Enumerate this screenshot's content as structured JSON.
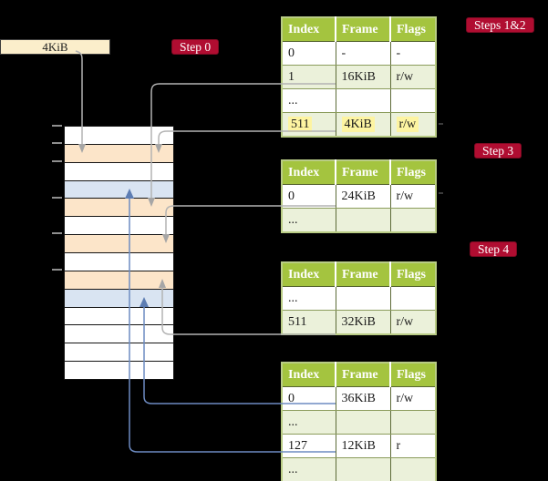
{
  "frame_size_label": "4KiB",
  "badges": {
    "step0": "Step 0",
    "steps12": "Steps 1&2",
    "step3": "Step 3",
    "step4": "Step 4"
  },
  "page_tables": [
    {
      "name": "page-table-root",
      "headers": [
        "Index",
        "Frame",
        "Flags"
      ],
      "rows": [
        {
          "cells": [
            "0",
            "-",
            "-"
          ],
          "shade": "white",
          "hl": false
        },
        {
          "cells": [
            "1",
            "16KiB",
            "r/w"
          ],
          "shade": "pale",
          "hl": false
        },
        {
          "cells": [
            "...",
            "",
            ""
          ],
          "shade": "white",
          "hl": false
        },
        {
          "cells": [
            "511",
            "4KiB",
            "r/w"
          ],
          "shade": "pale",
          "hl": true
        }
      ]
    },
    {
      "name": "page-table-level-2",
      "headers": [
        "Index",
        "Frame",
        "Flags"
      ],
      "rows": [
        {
          "cells": [
            "0",
            "24KiB",
            "r/w"
          ],
          "shade": "white",
          "hl": false
        },
        {
          "cells": [
            "...",
            "",
            ""
          ],
          "shade": "pale",
          "hl": false
        }
      ]
    },
    {
      "name": "page-table-level-3",
      "headers": [
        "Index",
        "Frame",
        "Flags"
      ],
      "rows": [
        {
          "cells": [
            "...",
            "",
            ""
          ],
          "shade": "white",
          "hl": false
        },
        {
          "cells": [
            "511",
            "32KiB",
            "r/w"
          ],
          "shade": "pale",
          "hl": false
        }
      ]
    },
    {
      "name": "page-table-level-4",
      "headers": [
        "Index",
        "Frame",
        "Flags"
      ],
      "rows": [
        {
          "cells": [
            "0",
            "36KiB",
            "r/w"
          ],
          "shade": "white",
          "hl": false
        },
        {
          "cells": [
            "...",
            "",
            ""
          ],
          "shade": "pale",
          "hl": false
        },
        {
          "cells": [
            "127",
            "12KiB",
            "r"
          ],
          "shade": "white",
          "hl": false
        },
        {
          "cells": [
            "...",
            "",
            ""
          ],
          "shade": "pale",
          "hl": false
        }
      ]
    }
  ],
  "memory_strip": {
    "rows": [
      "white",
      "peach",
      "white",
      "blue",
      "peach",
      "white",
      "peach",
      "white",
      "peach",
      "blue",
      "white",
      "white",
      "white",
      "white"
    ]
  },
  "colors": {
    "table_header_green": "#a4c43f",
    "table_row_pale_green": "#ebf1da",
    "memory_page_table_peach": "#fce5c9",
    "memory_data_page_blue": "#d9e4f2",
    "badge_red": "#b00d31",
    "highlight_yellow": "#fdf4a1",
    "connector_gray": "#b3b3b3",
    "connector_blue": "#6d8bc2",
    "frame_label_cream": "#fbeecb"
  }
}
